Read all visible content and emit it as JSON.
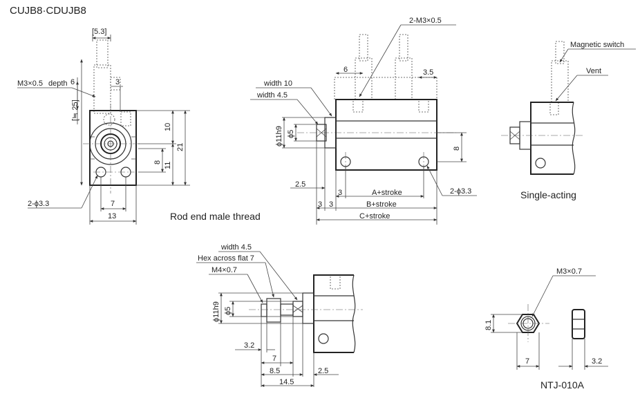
{
  "title": "CUJB8·CDUJB8",
  "front_view": {
    "dim_53": "[5.3]",
    "dim_m3_depth": "M3×0.5",
    "depth_word": "depth",
    "dim_6": "6",
    "dim_3": "3",
    "dim_25": "[≒ 25]",
    "dim_10": "10",
    "dim_21": "21",
    "dim_8": "8",
    "dim_11": "11",
    "dim_holes": "2-ϕ3.3",
    "dim_7": "7",
    "dim_13": "13"
  },
  "side_view": {
    "dim_2m3": "2-M3×0.5",
    "dim_6": "6",
    "dim_35": "3.5",
    "width10": "width 10",
    "width45": "width 4.5",
    "dim_11h9": "ϕ11h9",
    "dim_phi5": "ϕ5",
    "dim_8": "8",
    "dim_25": "2.5",
    "dim_3a": "3",
    "dim_a_stroke": "A+stroke",
    "dim_holes": "2-ϕ3.3",
    "dim_3b": "3",
    "dim_3c": "3",
    "dim_b_stroke": "B+stroke",
    "dim_c_stroke": "C+stroke"
  },
  "single_acting": {
    "magnetic_switch": "Magnetic switch",
    "vent": "Vent",
    "label": "Single-acting"
  },
  "rod_end": {
    "label": "Rod end male thread",
    "width45": "width 4.5",
    "hex": "Hex across flat 7",
    "m4": "M4×0.7",
    "dim_11h9": "ϕ11h9",
    "dim_phi5": "ϕ5",
    "dim_32": "3.2",
    "dim_7": "7",
    "dim_85": "8.5",
    "dim_25": "2.5",
    "dim_145": "14.5"
  },
  "nut": {
    "m3": "M3×0.7",
    "dim_81": "8.1",
    "dim_7": "7",
    "dim_32": "3.2",
    "part": "NTJ-010A"
  }
}
